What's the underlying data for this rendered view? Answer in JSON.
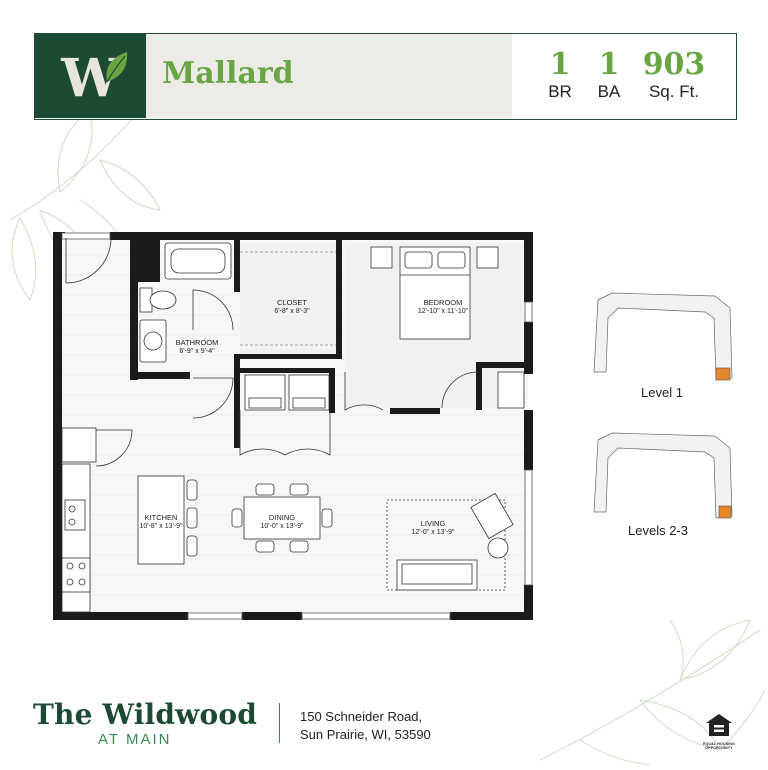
{
  "header": {
    "logo_letter": "W",
    "plan_name": "Mallard",
    "stats": [
      {
        "value": "1",
        "label": "BR"
      },
      {
        "value": "1",
        "label": "BA"
      },
      {
        "value": "903",
        "label": "Sq. Ft."
      }
    ]
  },
  "rooms": {
    "closet": {
      "name": "CLOSET",
      "dims": "6'-8\" x 8'-3\""
    },
    "bedroom": {
      "name": "BEDROOM",
      "dims": "12'-10\" x 11'-10\""
    },
    "bathroom": {
      "name": "BATHROOM",
      "dims": "6'-9\" x 9'-4\""
    },
    "kitchen": {
      "name": "KITCHEN",
      "dims": "10'-8\" x 13'-9\""
    },
    "dining": {
      "name": "DINING",
      "dims": "10'-0\" x 13'-9\""
    },
    "living": {
      "name": "LIVING",
      "dims": "12'-0\" x 13'-9\""
    }
  },
  "keyplans": {
    "level1": "Level 1",
    "level23": "Levels 2-3"
  },
  "footer": {
    "brand_name": "The Wildwood",
    "brand_sub": "AT MAIN",
    "address_line1": "150 Schneider Road,",
    "address_line2": "Sun Prairie, WI, 53590",
    "eho_line1": "EQUAL HOUSING",
    "eho_line2": "OPPORTUNITY"
  },
  "colors": {
    "brand_dark_green": "#1d4a32",
    "accent_green": "#6aa544",
    "header_band": "#ecebe6",
    "unit_highlight": "#e8862a"
  }
}
